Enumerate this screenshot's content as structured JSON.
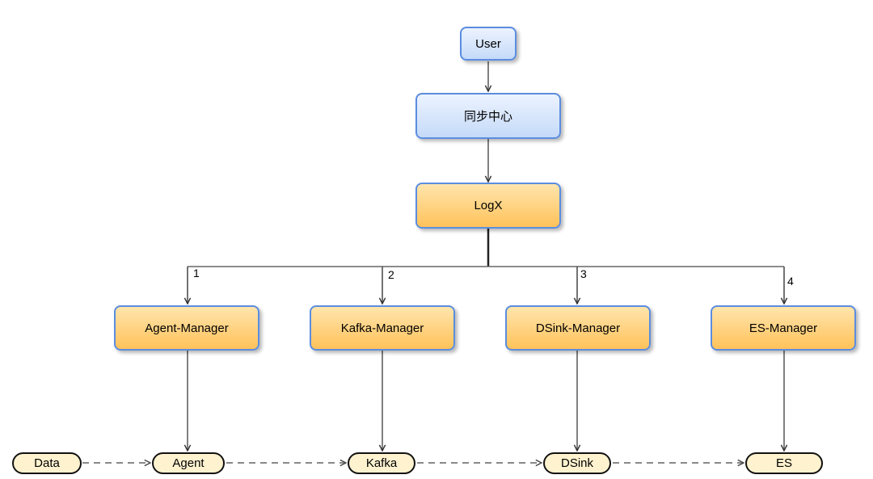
{
  "nodes": {
    "user": "User",
    "sync_center": "同步中心",
    "logx": "LogX",
    "agent_manager": "Agent-Manager",
    "kafka_manager": "Kafka-Manager",
    "dsink_manager": "DSink-Manager",
    "es_manager": "ES-Manager"
  },
  "pipeline": {
    "data": "Data",
    "agent": "Agent",
    "kafka": "Kafka",
    "dsink": "DSink",
    "es": "ES"
  },
  "edge_labels": [
    "1",
    "2",
    "3",
    "4"
  ],
  "colors": {
    "blue_node_border": "#5b8de0",
    "blue_node_fill": "#c5daf8",
    "orange_node_fill": "#ffc25a",
    "pill_fill": "#fff2cf",
    "line": "#333333",
    "dashed_line": "#888888"
  }
}
